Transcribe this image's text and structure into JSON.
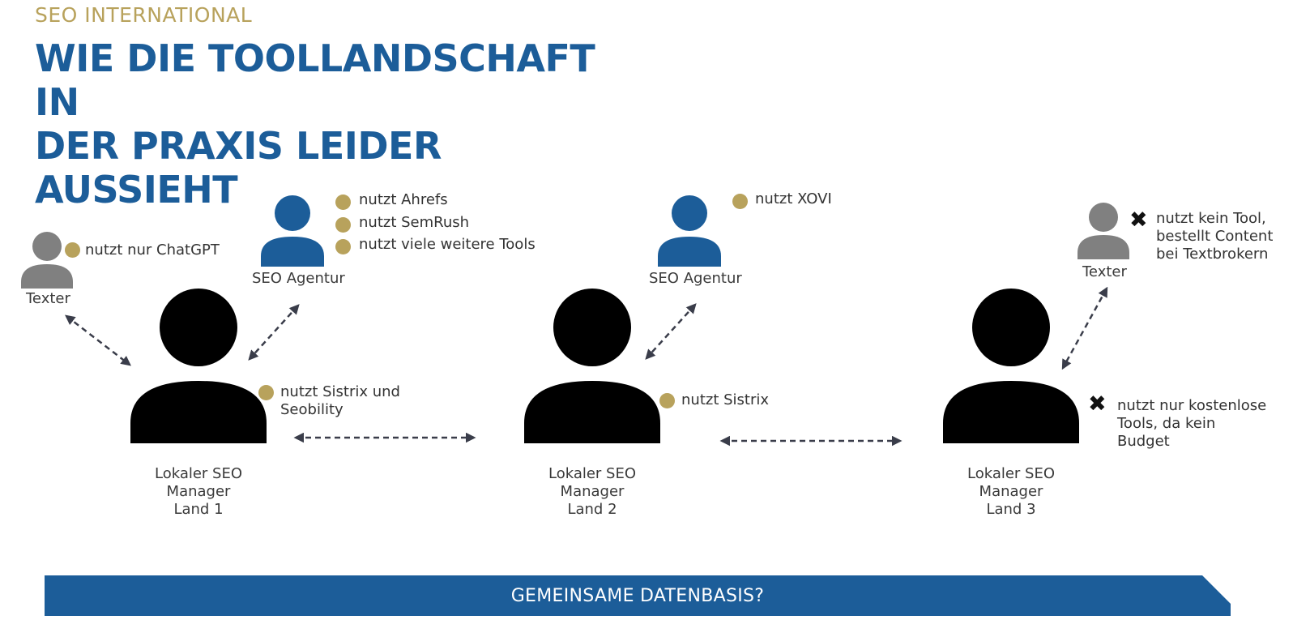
{
  "header": {
    "kicker": "SEO INTERNATIONAL",
    "title_line1": "WIE DIE TOOLLANDSCHAFT IN",
    "title_line2": "DER PRAXIS LEIDER AUSSIEHT"
  },
  "colors": {
    "primary_blue": "#1c5d99",
    "gold": "#b8a25c",
    "gray": "#808080",
    "black": "#000000"
  },
  "personas": {
    "texter1": {
      "label": "Texter",
      "note": "nutzt nur ChatGPT"
    },
    "agency1": {
      "label": "SEO Agentur",
      "notes": [
        "nutzt Ahrefs",
        "nutzt SemRush",
        "nutzt viele weitere Tools"
      ]
    },
    "manager1": {
      "line1": "Lokaler SEO",
      "line2": "Manager",
      "line3": "Land 1",
      "note_line1": "nutzt Sistrix und",
      "note_line2": "Seobility"
    },
    "agency2": {
      "label": "SEO Agentur",
      "note": "nutzt XOVI"
    },
    "manager2": {
      "line1": "Lokaler SEO",
      "line2": "Manager",
      "line3": "Land 2",
      "note": "nutzt Sistrix"
    },
    "texter3": {
      "label": "Texter",
      "note_line1": "nutzt kein Tool,",
      "note_line2": "bestellt Content",
      "note_line3": "bei Textbrokern"
    },
    "manager3": {
      "line1": "Lokaler SEO",
      "line2": "Manager",
      "line3": "Land 3",
      "note_line1": "nutzt nur kostenlose",
      "note_line2": "Tools, da kein",
      "note_line3": "Budget"
    }
  },
  "icons": {
    "tool_dot": "gold-dot-icon",
    "no_tool": "x-mark-icon",
    "link": "dashed-double-arrow-icon"
  },
  "banner": {
    "label": "GEMEINSAME DATENBASIS?"
  }
}
